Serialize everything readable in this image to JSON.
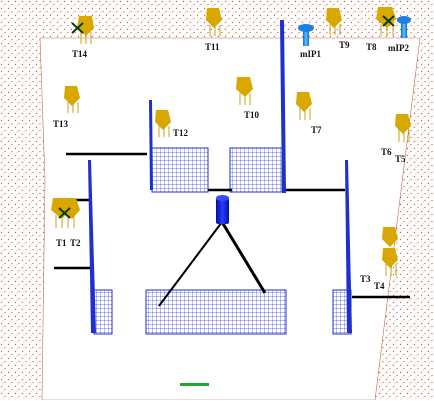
{
  "scene": {
    "background": "#ffffff",
    "ground_color": "#c76a58",
    "wall_color": "#1f2fd0",
    "mesh_color": "#3a46d8",
    "tree_color": "#d8a800",
    "mip_color": "#2196f3",
    "marker_color": "#1a7a1a"
  },
  "labels": {
    "t14": "T14",
    "t11": "T11",
    "mip1": "mIP1",
    "t9": "T9",
    "t8": "T8",
    "mip2": "mIP2",
    "t13": "T13",
    "t12": "T12",
    "t10": "T10",
    "t7": "T7",
    "t6": "T6",
    "t5": "T5",
    "t1": "T1",
    "t2": "T2",
    "t3": "T3",
    "t4": "T4"
  },
  "disabled_markers": [
    "t14",
    "t8",
    "t1"
  ]
}
